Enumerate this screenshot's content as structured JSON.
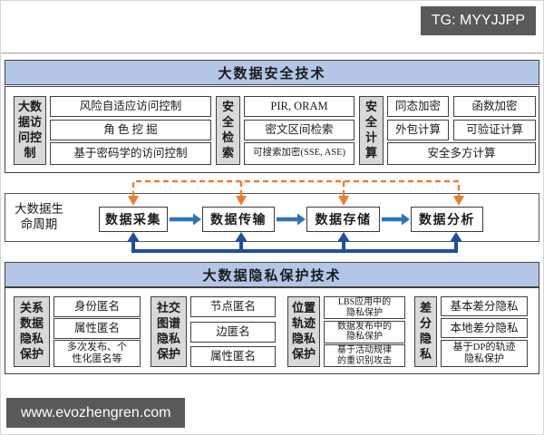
{
  "watermarks": {
    "telegram": "TG: MYYJJPP",
    "website": "www.evozhengren.com"
  },
  "security": {
    "title": "大数据安全技术",
    "groups": [
      {
        "label": "大数\n据访\n问控\n制",
        "items": [
          "风险自适应访问控制",
          "角 色 挖 掘",
          "基于密码学的访问控制"
        ]
      },
      {
        "label": "安\n全\n检\n索",
        "items": [
          "PIR, ORAM",
          "密文区间检索",
          "可搜索加密(SSE, ASE)"
        ]
      },
      {
        "label": "安\n全\n计\n算",
        "items": [
          "同态加密",
          "函数加密",
          "外包计算",
          "可验证计算",
          "安全多方计算"
        ]
      }
    ]
  },
  "lifecycle": {
    "label": "大数据生\n命周期",
    "stages": [
      "数据采集",
      "数据传输",
      "数据存储",
      "数据分析"
    ]
  },
  "privacy": {
    "title": "大数据隐私保护技术",
    "groups": [
      {
        "label": "关系\n数据\n隐私\n保护",
        "items": [
          "身份匿名",
          "属性匿名",
          "多次发布、个\n性化匿名等"
        ]
      },
      {
        "label": "社交\n图谱\n隐私\n保护",
        "items": [
          "节点匿名",
          "边匿名",
          "属性匿名"
        ]
      },
      {
        "label": "位置\n轨迹\n隐私\n保护",
        "items": [
          "LBS应用中的\n隐私保护",
          "数据发布中的\n隐私保护",
          "基于活动规律\n的重识别攻击"
        ]
      },
      {
        "label": "差\n分\n隐\n私",
        "items": [
          "基本差分隐私",
          "本地差分隐私",
          "基于DP的轨迹\n隐私保护"
        ]
      }
    ]
  },
  "colors": {
    "header_blue": "#b3c6e7",
    "label_gray": "#d9d9d9",
    "orange": "#ed7d31",
    "arrow_blue": "#2e75b6",
    "arrow_dark_blue": "#1f4e9e",
    "badge_bg": "#595959"
  }
}
